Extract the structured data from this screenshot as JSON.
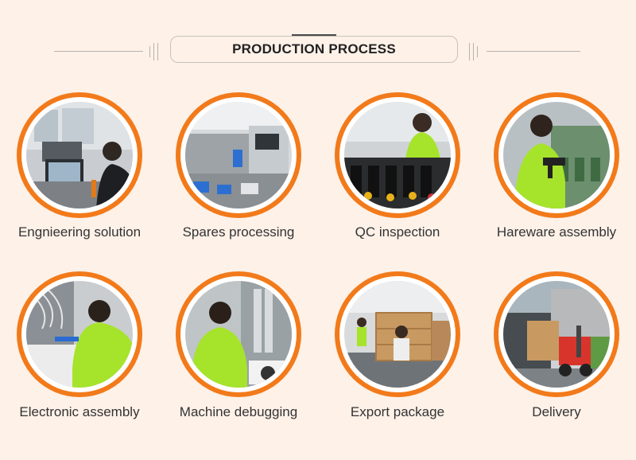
{
  "header": {
    "title": "PRODUCTION PROCESS"
  },
  "steps": [
    {
      "label": "Engnieering solution"
    },
    {
      "label": "Spares processing"
    },
    {
      "label": "QC inspection"
    },
    {
      "label": "Hareware assembly"
    },
    {
      "label": "Electronic assembly"
    },
    {
      "label": "Machine debugging"
    },
    {
      "label": "Export package"
    },
    {
      "label": "Delivery"
    }
  ],
  "colors": {
    "accent": "#f27a1a",
    "background": "#fdf1e8",
    "uniform": "#a6e32b"
  }
}
